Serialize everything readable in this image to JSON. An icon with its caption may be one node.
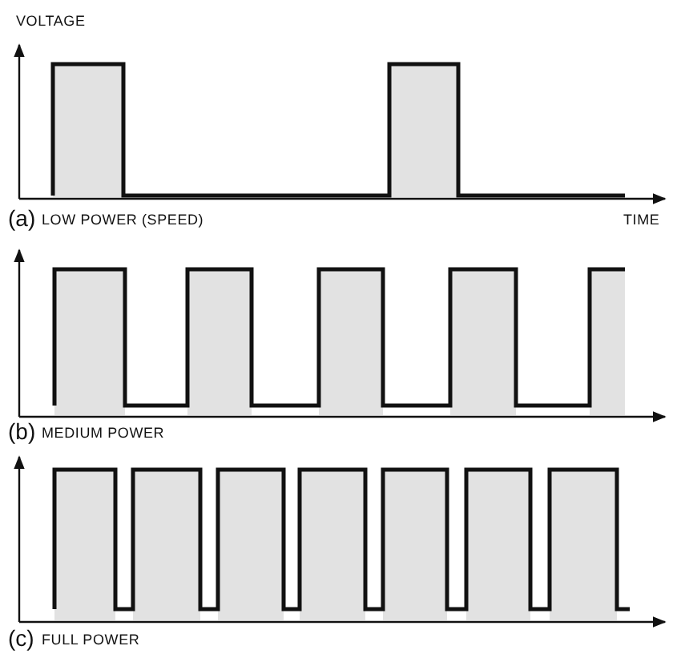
{
  "diagram": {
    "labels": [
      "VOLTAGE",
      "(a)",
      "LOW POWER (SPEED)",
      "TIME",
      "(b)",
      "MEDIUM POWER",
      "(c)",
      "FULL POWER"
    ]
  }
}
